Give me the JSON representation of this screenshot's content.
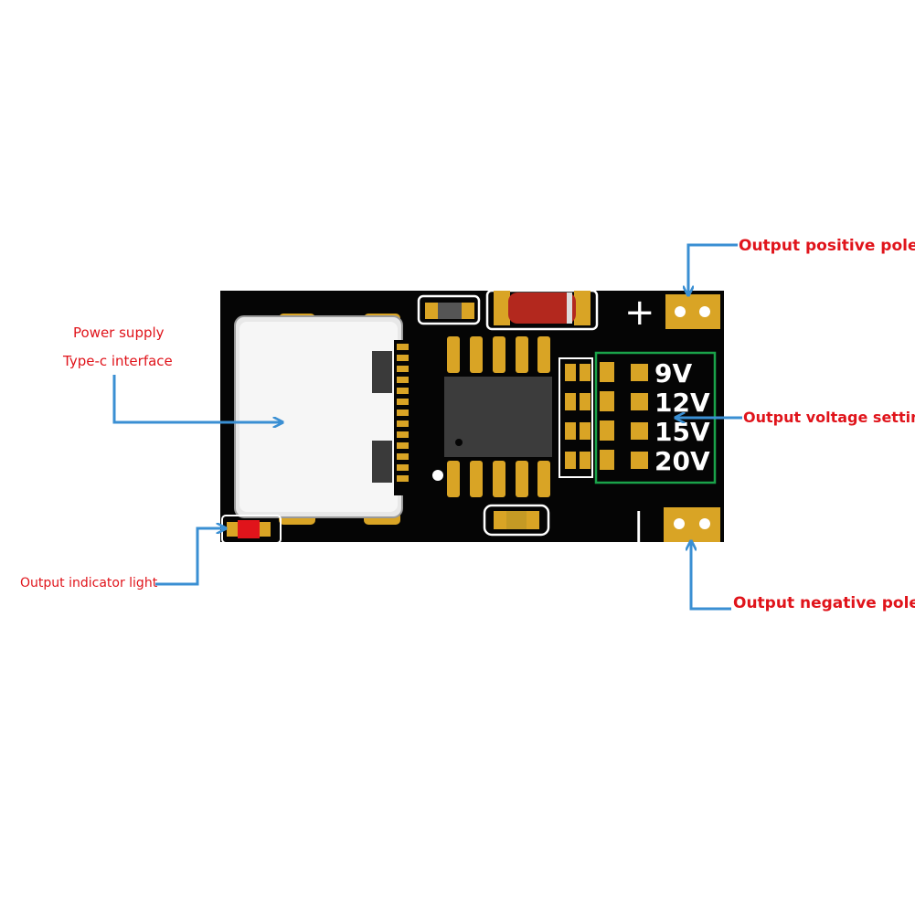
{
  "colors": {
    "label_text": "#e0141b",
    "arrow": "#3a8fd3",
    "board": "#050505",
    "pad_gold": "#d9a425",
    "silkscreen": "#ffffff",
    "selector_box": "#1aa34a",
    "indicator_led": "#e0141b",
    "diode": "#b3281e"
  },
  "labels": {
    "power_supply": "Power supply",
    "type_c_interface": "Type-c interface",
    "output_positive_pole": "Output positive pole",
    "output_voltage_setting": "Output voltage setting",
    "output_negative_pole": "Output negative pole",
    "output_indicator_light": "Output indicator light"
  },
  "board": {
    "plus_sign": "+",
    "minus_sign": "|",
    "voltages": [
      "9V",
      "12V",
      "15V",
      "20V"
    ]
  },
  "icons": {
    "arrow": "arrow-icon"
  }
}
